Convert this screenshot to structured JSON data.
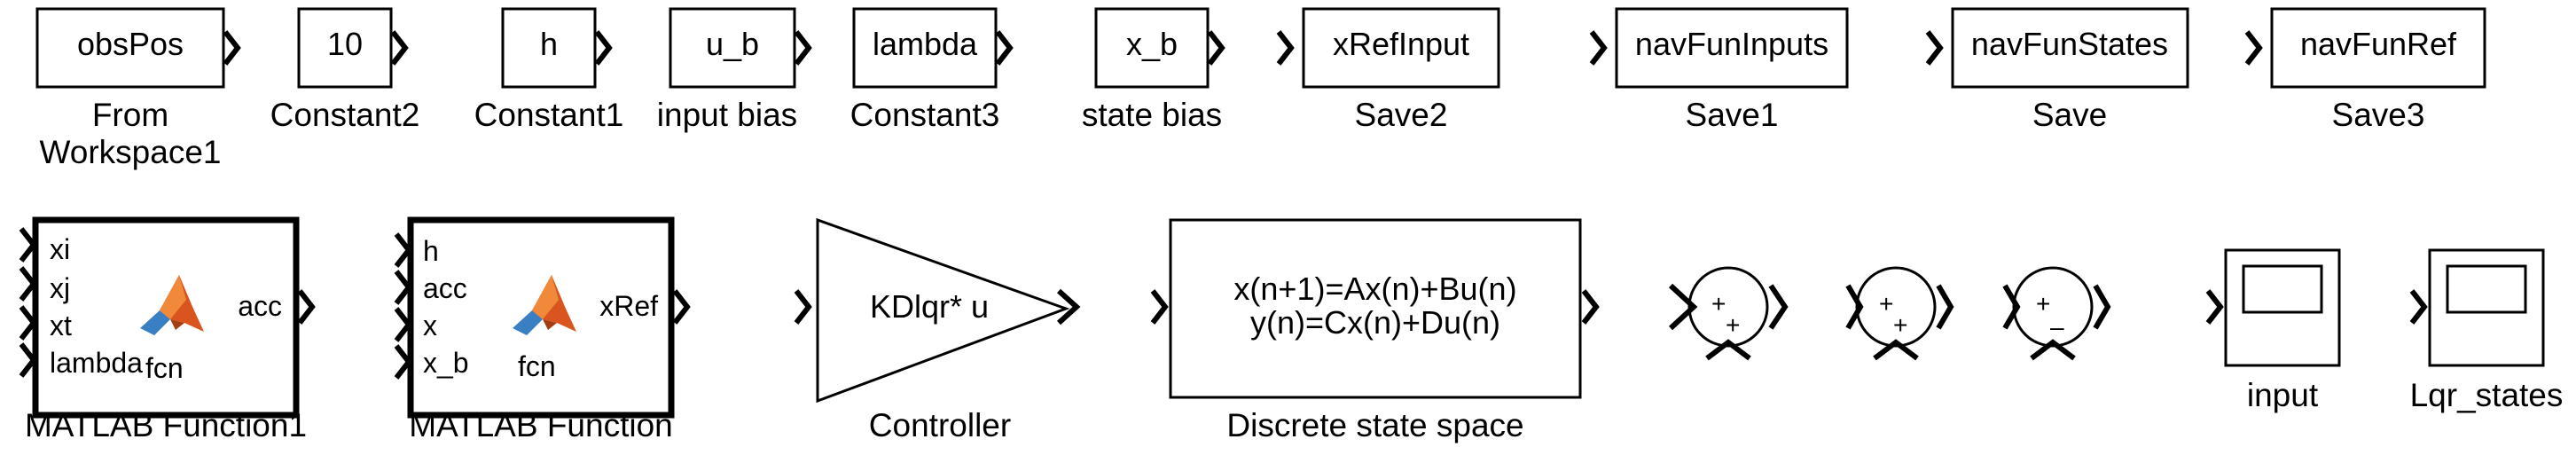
{
  "blocks": {
    "obsPos": {
      "text": "obsPos",
      "caption1": "From",
      "caption2": "Workspace1"
    },
    "constant2": {
      "text": "10",
      "caption": "Constant2"
    },
    "constant1": {
      "text": "h",
      "caption": "Constant1"
    },
    "input_bias": {
      "text": "u_b",
      "caption": "input bias"
    },
    "constant3": {
      "text": "lambda",
      "caption": "Constant3"
    },
    "state_bias": {
      "text": "x_b",
      "caption": "state bias"
    },
    "save2": {
      "text": "xRefInput",
      "caption": "Save2"
    },
    "save1": {
      "text": "navFunInputs",
      "caption": "Save1"
    },
    "save": {
      "text": "navFunStates",
      "caption": "Save"
    },
    "save3": {
      "text": "navFunRef",
      "caption": "Save3"
    },
    "matlab_fn1": {
      "inputs": [
        "xi",
        "xj",
        "xt",
        "lambda"
      ],
      "output": "acc",
      "fn": "fcn",
      "caption": "MATLAB Function1"
    },
    "matlab_fn": {
      "inputs": [
        "h",
        "acc",
        "x",
        "x_b"
      ],
      "output": "xRef",
      "fn": "fcn",
      "caption": "MATLAB Function"
    },
    "controller": {
      "text": "KDlqr* u",
      "caption": "Controller"
    },
    "state_space": {
      "line1": "x(n+1)=Ax(n)+Bu(n)",
      "line2": "y(n)=Cx(n)+Du(n)",
      "caption": "Discrete state space"
    },
    "sum1": {
      "sign1": "+",
      "sign2": "+"
    },
    "sum2": {
      "sign1": "+",
      "sign2": "+"
    },
    "sum3": {
      "sign1": "+",
      "sign2": "–"
    },
    "scope_input": {
      "caption": "input"
    },
    "scope_lqr": {
      "caption": "Lqr_states"
    }
  },
  "colors": {
    "line": "#000000",
    "background": "#ffffff",
    "matlab_logo_blue": "#3a7fc4",
    "matlab_logo_orange": "#d9541e"
  }
}
